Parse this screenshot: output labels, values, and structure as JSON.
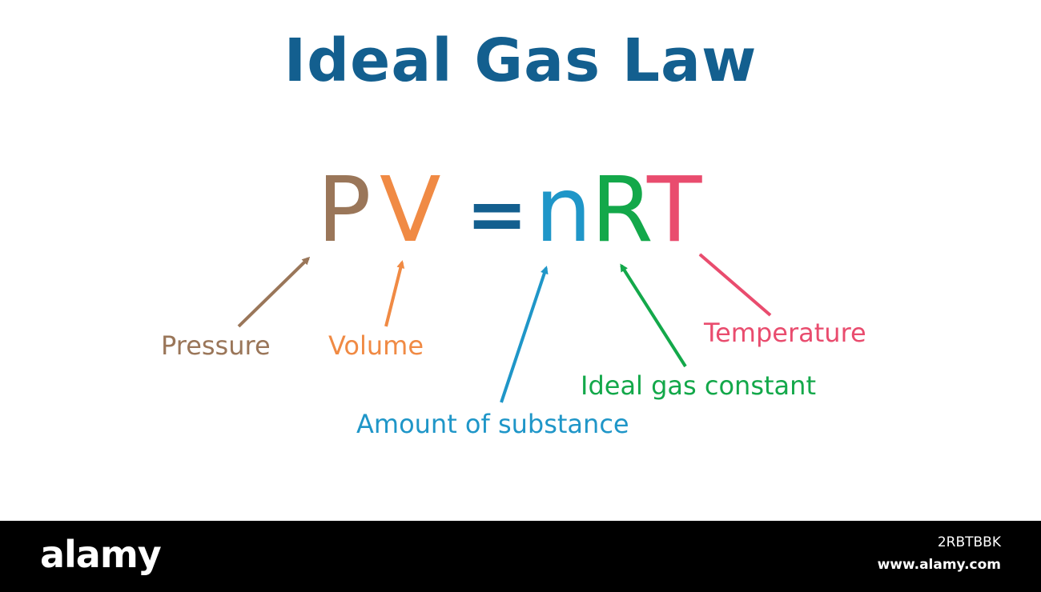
{
  "title": "Ideal Gas Law",
  "equation": {
    "p": "P",
    "v": "V",
    "equals": "=",
    "n": "n",
    "r": "R",
    "t": "T"
  },
  "labels": {
    "pressure": "Pressure",
    "volume": "Volume",
    "amount": "Amount of substance",
    "gas_constant": "Ideal gas constant",
    "temperature": "Temperature"
  },
  "colors": {
    "title": "#135f8f",
    "pressure": "#9a7659",
    "volume": "#f08a44",
    "equals": "#135f8f",
    "amount": "#1f96c8",
    "gas_constant": "#13a84a",
    "temperature": "#e94c6e",
    "footer_bg": "#000000",
    "footer_text": "#ffffff"
  },
  "footer": {
    "logo": "alamy",
    "image_id": "2RBTBBK",
    "url": "www.alamy.com"
  }
}
